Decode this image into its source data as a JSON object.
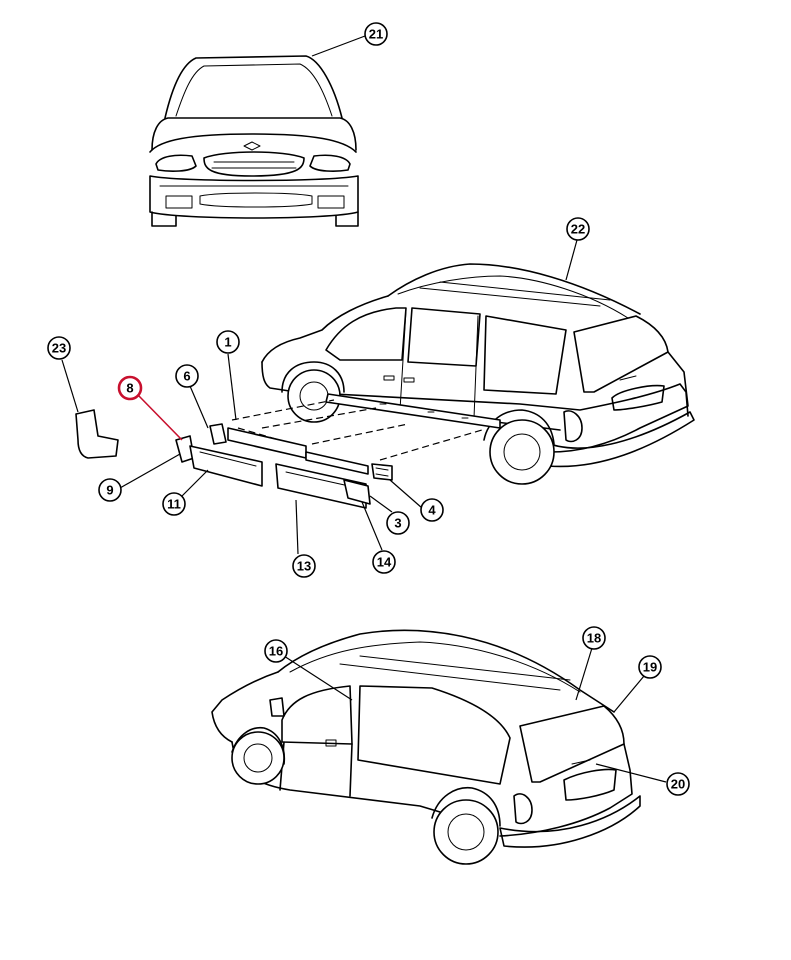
{
  "callouts": [
    {
      "id": "c21",
      "label": "21"
    },
    {
      "id": "c22",
      "label": "22"
    },
    {
      "id": "c23",
      "label": "23"
    },
    {
      "id": "c8",
      "label": "8",
      "highlighted": true
    },
    {
      "id": "c6",
      "label": "6"
    },
    {
      "id": "c1",
      "label": "1"
    },
    {
      "id": "c9",
      "label": "9"
    },
    {
      "id": "c11",
      "label": "11"
    },
    {
      "id": "c13",
      "label": "13"
    },
    {
      "id": "c3",
      "label": "3"
    },
    {
      "id": "c4",
      "label": "4"
    },
    {
      "id": "c14",
      "label": "14"
    },
    {
      "id": "c16",
      "label": "16"
    },
    {
      "id": "c18",
      "label": "18"
    },
    {
      "id": "c19",
      "label": "19"
    },
    {
      "id": "c20",
      "label": "20"
    }
  ],
  "colors": {
    "line": "#000000",
    "highlight": "#c8102e",
    "background": "#ffffff"
  }
}
